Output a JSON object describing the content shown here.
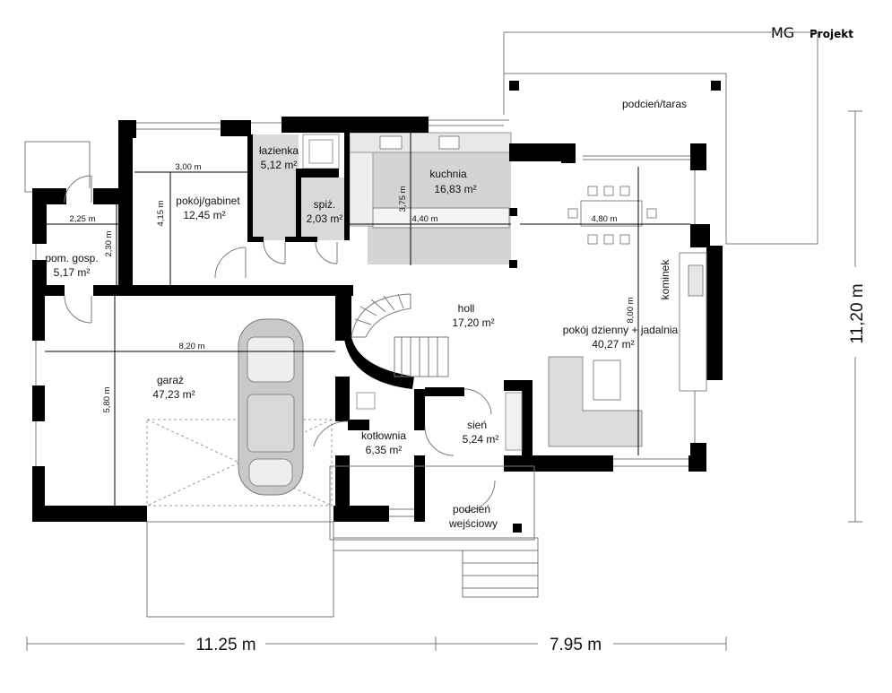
{
  "brand": {
    "logo_main": "MG",
    "logo_sub": "Projekt"
  },
  "rooms": {
    "podcien_taras": {
      "name": "podcień/taras"
    },
    "lazienka": {
      "name": "łazienka",
      "area": "5,12 m²"
    },
    "kuchnia": {
      "name": "kuchnia",
      "area": "16,83 m²"
    },
    "pokoj_gabinet": {
      "name": "pokój/gabinet",
      "area": "12,45 m²"
    },
    "spiz": {
      "name": "spiż.",
      "area": "2,03 m²"
    },
    "pom_gosp": {
      "name": "pom. gosp.",
      "area": "5,17 m²"
    },
    "holl": {
      "name": "holl",
      "area": "17,20 m²"
    },
    "pokoj_dzienny": {
      "name": "pokój dzienny + jadalnia",
      "area": "40,27 m²"
    },
    "kominek": {
      "name": "kominek"
    },
    "garaz": {
      "name": "garaż",
      "area": "47,23 m²"
    },
    "kotlownia": {
      "name": "kotłownia",
      "area": "6,35 m²"
    },
    "sien": {
      "name": "sień",
      "area": "5,24 m²"
    },
    "podcien_wejsciowy": {
      "name_line1": "podcień",
      "name_line2": "wejściowy"
    }
  },
  "dimensions": {
    "gabinet_width": "3,00 m",
    "gabinet_depth": "4,15 m",
    "kuchnia_depth": "3,75 m",
    "kuchnia_width": "4,40 m",
    "dzienny_width": "4,80 m",
    "dzienny_depth": "8,00 m",
    "gosp_width": "2,25 m",
    "gosp_depth": "2,30 m",
    "garaz_width": "8,20 m",
    "garaz_depth": "5,80 m",
    "total_left": "11.25 m",
    "total_right": "7.95 m",
    "total_height": "11,20 m"
  }
}
